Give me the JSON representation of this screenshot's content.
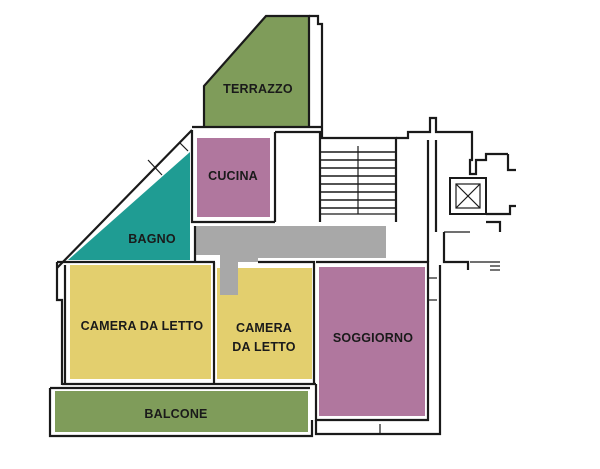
{
  "colors": {
    "outdoor_green": "#7f9c5a",
    "service_purple": "#b0779e",
    "bath_teal": "#1f9c93",
    "bedroom_yellow": "#e3cf6e",
    "corridor_grey": "#a8a8a8",
    "wall_black": "#1a1a1a"
  },
  "rooms": {
    "terrazzo": {
      "label": "TERRAZZO"
    },
    "cucina": {
      "label": "CUCINA"
    },
    "bagno": {
      "label": "BAGNO"
    },
    "camera1": {
      "label": "CAMERA DA LETTO"
    },
    "camera2": {
      "line1": "CAMERA",
      "line2": "DA LETTO"
    },
    "soggiorno": {
      "label": "SOGGIORNO"
    },
    "balcone": {
      "label": "BALCONE"
    }
  }
}
